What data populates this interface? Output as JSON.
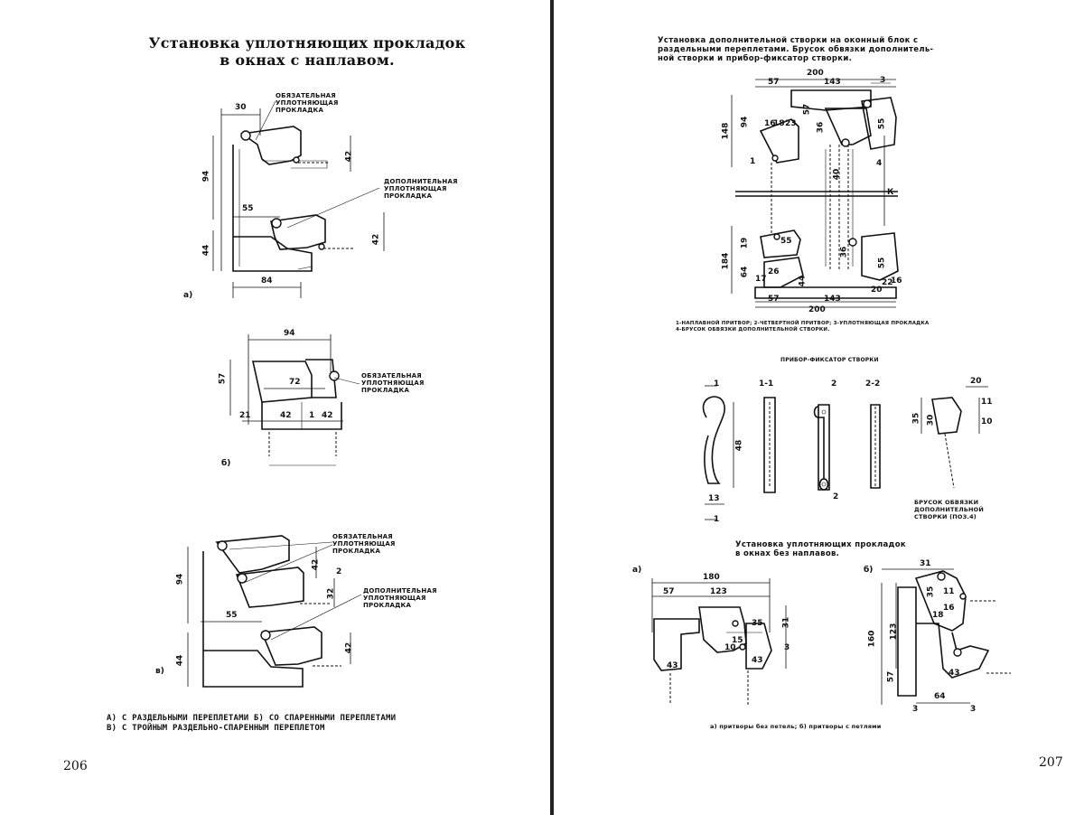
{
  "left": {
    "title_line1": "Установка уплотняющих прокладок",
    "title_line2": "в окнах с наплавом.",
    "fig_a_tag": "а)",
    "fig_b_tag": "б)",
    "fig_c_tag": "в)",
    "label_mandatory": [
      "обязательная",
      "уплотняющая",
      "прокладка"
    ],
    "label_additional": [
      "дополнительная",
      "уплотняющая",
      "прокладка"
    ],
    "dims_a": {
      "d30": "30",
      "d94": "94",
      "d42a": "42",
      "d55": "55",
      "d44": "44",
      "d42b": "42",
      "d84": "84"
    },
    "dims_b": {
      "d94": "94",
      "d57": "57",
      "d72": "72",
      "d42l": "42",
      "d42r": "42",
      "d21": "21",
      "d1": "1"
    },
    "dims_c": {
      "d94": "94",
      "d42a": "42",
      "d32": "32",
      "d55": "55",
      "d44": "44",
      "d42b": "42",
      "d2": "2"
    },
    "caption_line1": "а) с раздельными переплетами   б) со спаренными переплетами",
    "caption_line2": "в) с тройным раздельно-спаренным переплетом",
    "page_number": "206"
  },
  "right": {
    "header_line1": "Установка дополнительной створки на оконный блок с",
    "header_line2": "раздельными переплетами. Брусок обвязки дополнитель-",
    "header_line3": "ной створки и прибор-фиксатор створки.",
    "top_dims": {
      "d200": "200",
      "d57": "57",
      "d143": "143",
      "d3": "3",
      "d148": "148",
      "d94": "94",
      "d16": "16",
      "d18": "18",
      "d23": "23",
      "d57b": "57",
      "d36": "36",
      "d55": "55",
      "d1": "1",
      "d40": "40",
      "d4": "4",
      "d184": "184",
      "d19": "19",
      "d55b": "55",
      "d64": "64",
      "d44": "44",
      "d36b": "36",
      "d55c": "55",
      "d57c": "57",
      "d143b": "143",
      "d200b": "200",
      "d26": "26",
      "d17": "17",
      "d20": "20",
      "d22": "22",
      "d16b": "16",
      "dK": "К"
    },
    "legend_line1": "1-наплавной притвор; 2-четвертной притвор; 3-уплотняющая прокладка",
    "legend_line2": "4-брусок обвязки дополнительной створки.",
    "fixator_title": "Прибор-фиксатор створки",
    "fix_dims": {
      "s11": "1-1",
      "s22": "2-2",
      "d48": "48",
      "d13": "13",
      "d2": "2",
      "d1": "1",
      "d20": "20",
      "d35": "35",
      "d30": "30",
      "d11": "11",
      "d10": "10"
    },
    "bar_label": [
      "Брусок обвязки",
      "дополнительной",
      "створки (поз.4)"
    ],
    "sub_title_line1": "Установка уплотняющих прокладок",
    "sub_title_line2": "в окнах без наплавов.",
    "fig_a_tag": "а)",
    "fig_b_tag": "б)",
    "bottom_a_dims": {
      "d180": "180",
      "d57": "57",
      "d123": "123",
      "d35": "35",
      "d31": "31",
      "d43": "43",
      "d10": "10",
      "d15": "15",
      "d3": "3"
    },
    "bottom_b_dims": {
      "d31": "31",
      "d35": "35",
      "d11": "11",
      "d18": "18",
      "d16": "16",
      "d160": "160",
      "d123": "123",
      "d57": "57",
      "d43": "43",
      "d64": "64",
      "d3a": "3",
      "d3b": "3"
    },
    "bottom_caption": "а) притворы без петель; б) притворы с петлями",
    "page_number": "207"
  }
}
